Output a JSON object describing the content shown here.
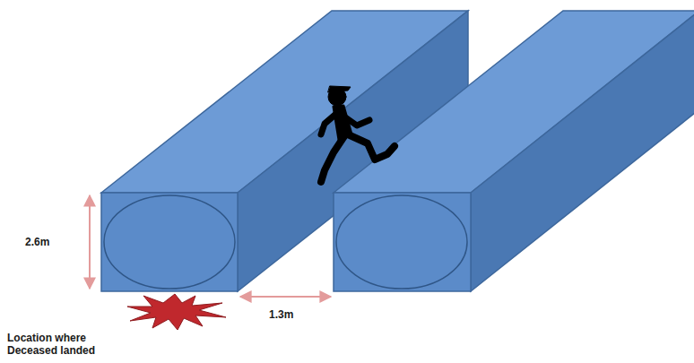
{
  "diagram": {
    "labels": [
      "2.6m",
      "1.3m",
      "Location where Deceased landed"
    ]
  }
}
